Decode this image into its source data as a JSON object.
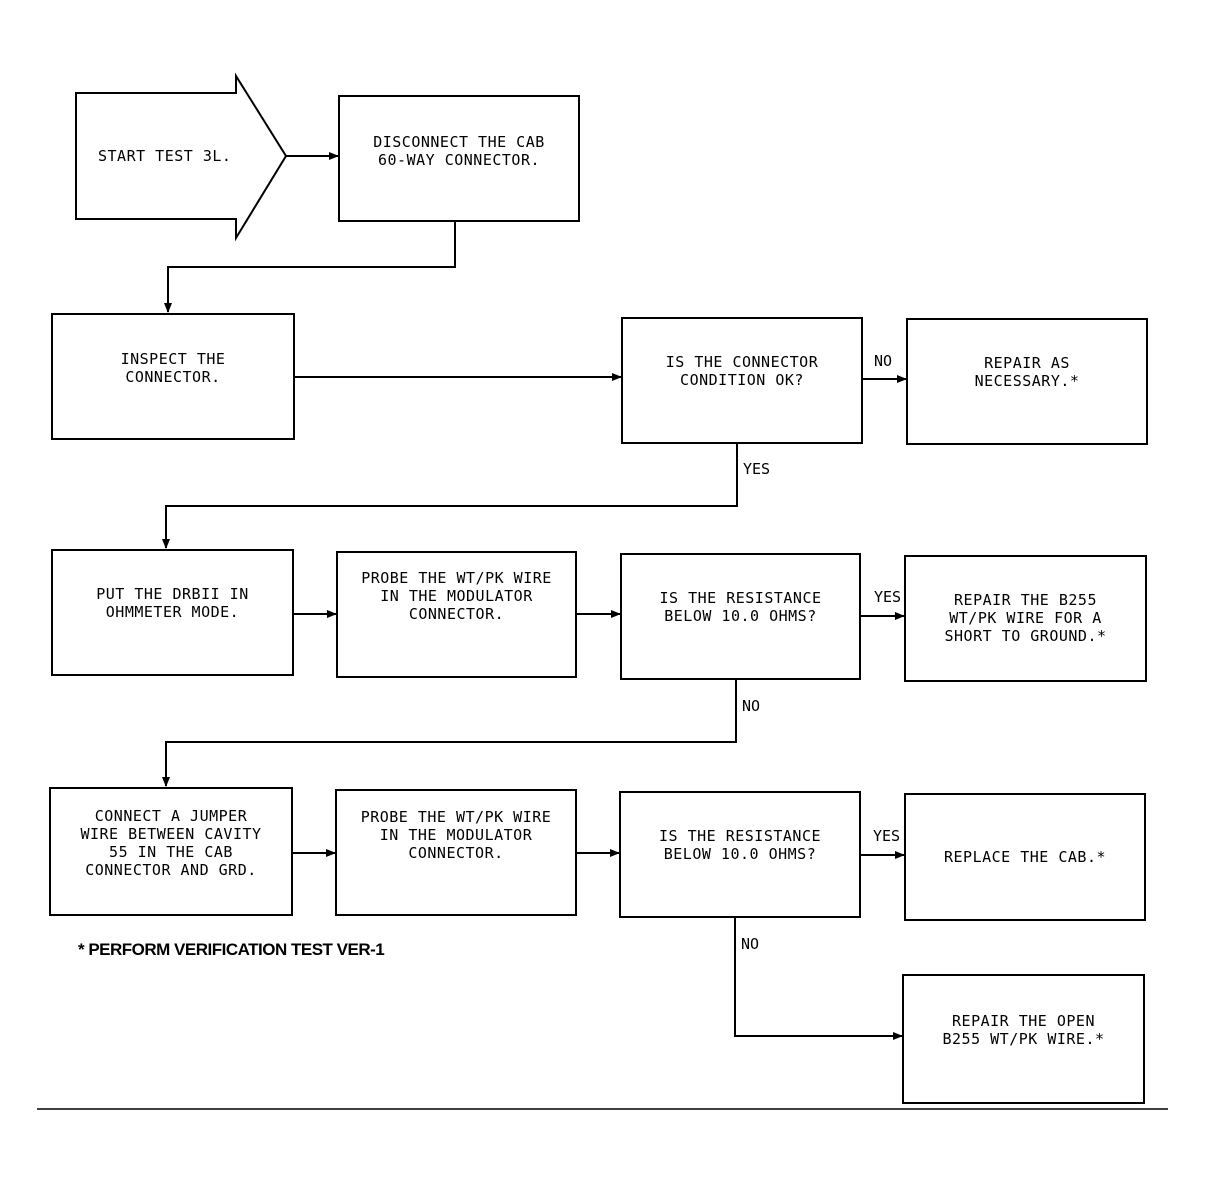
{
  "start": "START TEST 3L.",
  "steps": {
    "disconnect": "DISCONNECT THE CAB\n60-WAY CONNECTOR.",
    "inspect": "INSPECT THE\nCONNECTOR.",
    "q_condition": "IS THE CONNECTOR\nCONDITION OK?",
    "repair_necessary": "REPAIR AS\nNECESSARY.*",
    "put_drbii": "PUT THE DRBII IN\nOHMMETER MODE.",
    "probe1": "PROBE THE WT/PK WIRE\nIN THE MODULATOR\nCONNECTOR.",
    "q_resistance1": "IS THE RESISTANCE\nBELOW 10.0 OHMS?",
    "repair_short": "REPAIR THE B255\nWT/PK WIRE FOR A\nSHORT TO GROUND.*",
    "connect_jumper": "CONNECT A JUMPER\nWIRE BETWEEN CAVITY\n55 IN THE CAB\nCONNECTOR AND GRD.",
    "probe2": "PROBE THE WT/PK WIRE\nIN THE MODULATOR\nCONNECTOR.",
    "q_resistance2": "IS THE RESISTANCE\nBELOW 10.0 OHMS?",
    "replace_cab": "REPLACE THE CAB.*",
    "repair_open": "REPAIR THE OPEN\nB255 WT/PK WIRE.*"
  },
  "labels": {
    "no1": "NO",
    "yes1": "YES",
    "yes2": "YES",
    "no2": "NO",
    "yes3": "YES",
    "no3": "NO"
  },
  "footnote": "* PERFORM VERIFICATION TEST VER-1"
}
